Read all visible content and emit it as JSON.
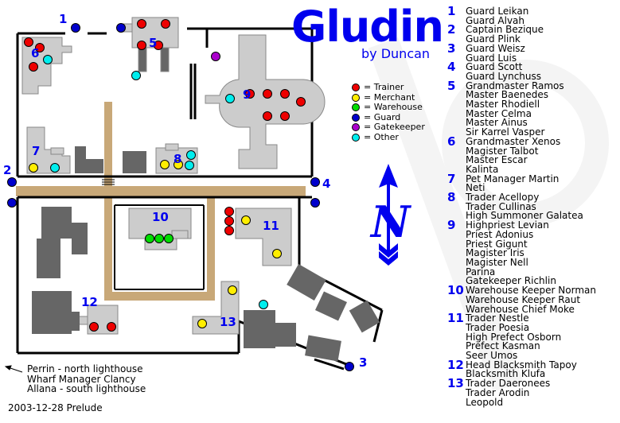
{
  "title": "Gludin",
  "byline": "by Duncan",
  "colors": {
    "trainer": "#ee0000",
    "merchant": "#ffee00",
    "warehouse": "#00dd00",
    "guard": "#0000cc",
    "gatekeeper": "#aa00cc",
    "other": "#00eeee",
    "building": "#666666",
    "courtyard": "#cccccc",
    "road": "#c8a878",
    "label": "#0000ee"
  },
  "legend": [
    {
      "key": "trainer",
      "label": "= Trainer"
    },
    {
      "key": "merchant",
      "label": "= Merchant"
    },
    {
      "key": "warehouse",
      "label": "= Warehouse"
    },
    {
      "key": "guard",
      "label": "= Guard"
    },
    {
      "key": "gatekeeper",
      "label": "= Gatekeeper"
    },
    {
      "key": "other",
      "label": "= Other"
    }
  ],
  "npc_groups": [
    {
      "num": "1",
      "names": [
        "Guard Leikan",
        "Guard Alvah"
      ]
    },
    {
      "num": "2",
      "names": [
        "Captain Bezique",
        "Guard Plink"
      ]
    },
    {
      "num": "3",
      "names": [
        "Guard Weisz",
        "Guard Luis"
      ]
    },
    {
      "num": "4",
      "names": [
        "Guard Scott",
        "Guard Lynchuss"
      ]
    },
    {
      "num": "5",
      "names": [
        "Grandmaster Ramos",
        "Master Baenedes",
        "Master Rhodiell",
        "Master Celma",
        "Master Ainus",
        "Sir Karrel Vasper"
      ]
    },
    {
      "num": "6",
      "names": [
        "Grandmaster Xenos",
        "Magister Talbot",
        "Master Escar",
        "Kalinta"
      ]
    },
    {
      "num": "7",
      "names": [
        "Pet Manager Martin",
        "Neti"
      ]
    },
    {
      "num": "8",
      "names": [
        "Trader Acellopy",
        "Trader Cullinas",
        "High Summoner Galatea"
      ]
    },
    {
      "num": "9",
      "names": [
        "Highpriest Levian",
        "Priest Adonius",
        "Priest Gigunt",
        "Magister Iris",
        "Magister Nell",
        "Parina",
        "Gatekeeper Richlin"
      ]
    },
    {
      "num": "10",
      "names": [
        "Warehouse Keeper Norman",
        "Warehouse Keeper Raut",
        "Warehouse Chief Moke"
      ]
    },
    {
      "num": "11",
      "names": [
        "Trader Nestle",
        "Trader Poesia",
        "High Prefect Osborn",
        "Prefect Kasman",
        "Seer Umos"
      ]
    },
    {
      "num": "12",
      "names": [
        "Head Blacksmith Tapoy",
        "Blacksmith Klufa"
      ]
    },
    {
      "num": "13",
      "names": [
        "Trader Daeronees",
        "Trader Arodin",
        "Leopold"
      ]
    }
  ],
  "map_labels": [
    "1",
    "2",
    "3",
    "4",
    "5",
    "6",
    "7",
    "8",
    "9",
    "10",
    "11",
    "12",
    "13"
  ],
  "notes": [
    "Perrin - north lighthouse",
    "Wharf Manager Clancy",
    "Allana - south lighthouse"
  ],
  "release": "2003-12-28 Prelude",
  "icons": {
    "arrow": "west-arrow-icon",
    "compass": "north-compass-icon"
  }
}
